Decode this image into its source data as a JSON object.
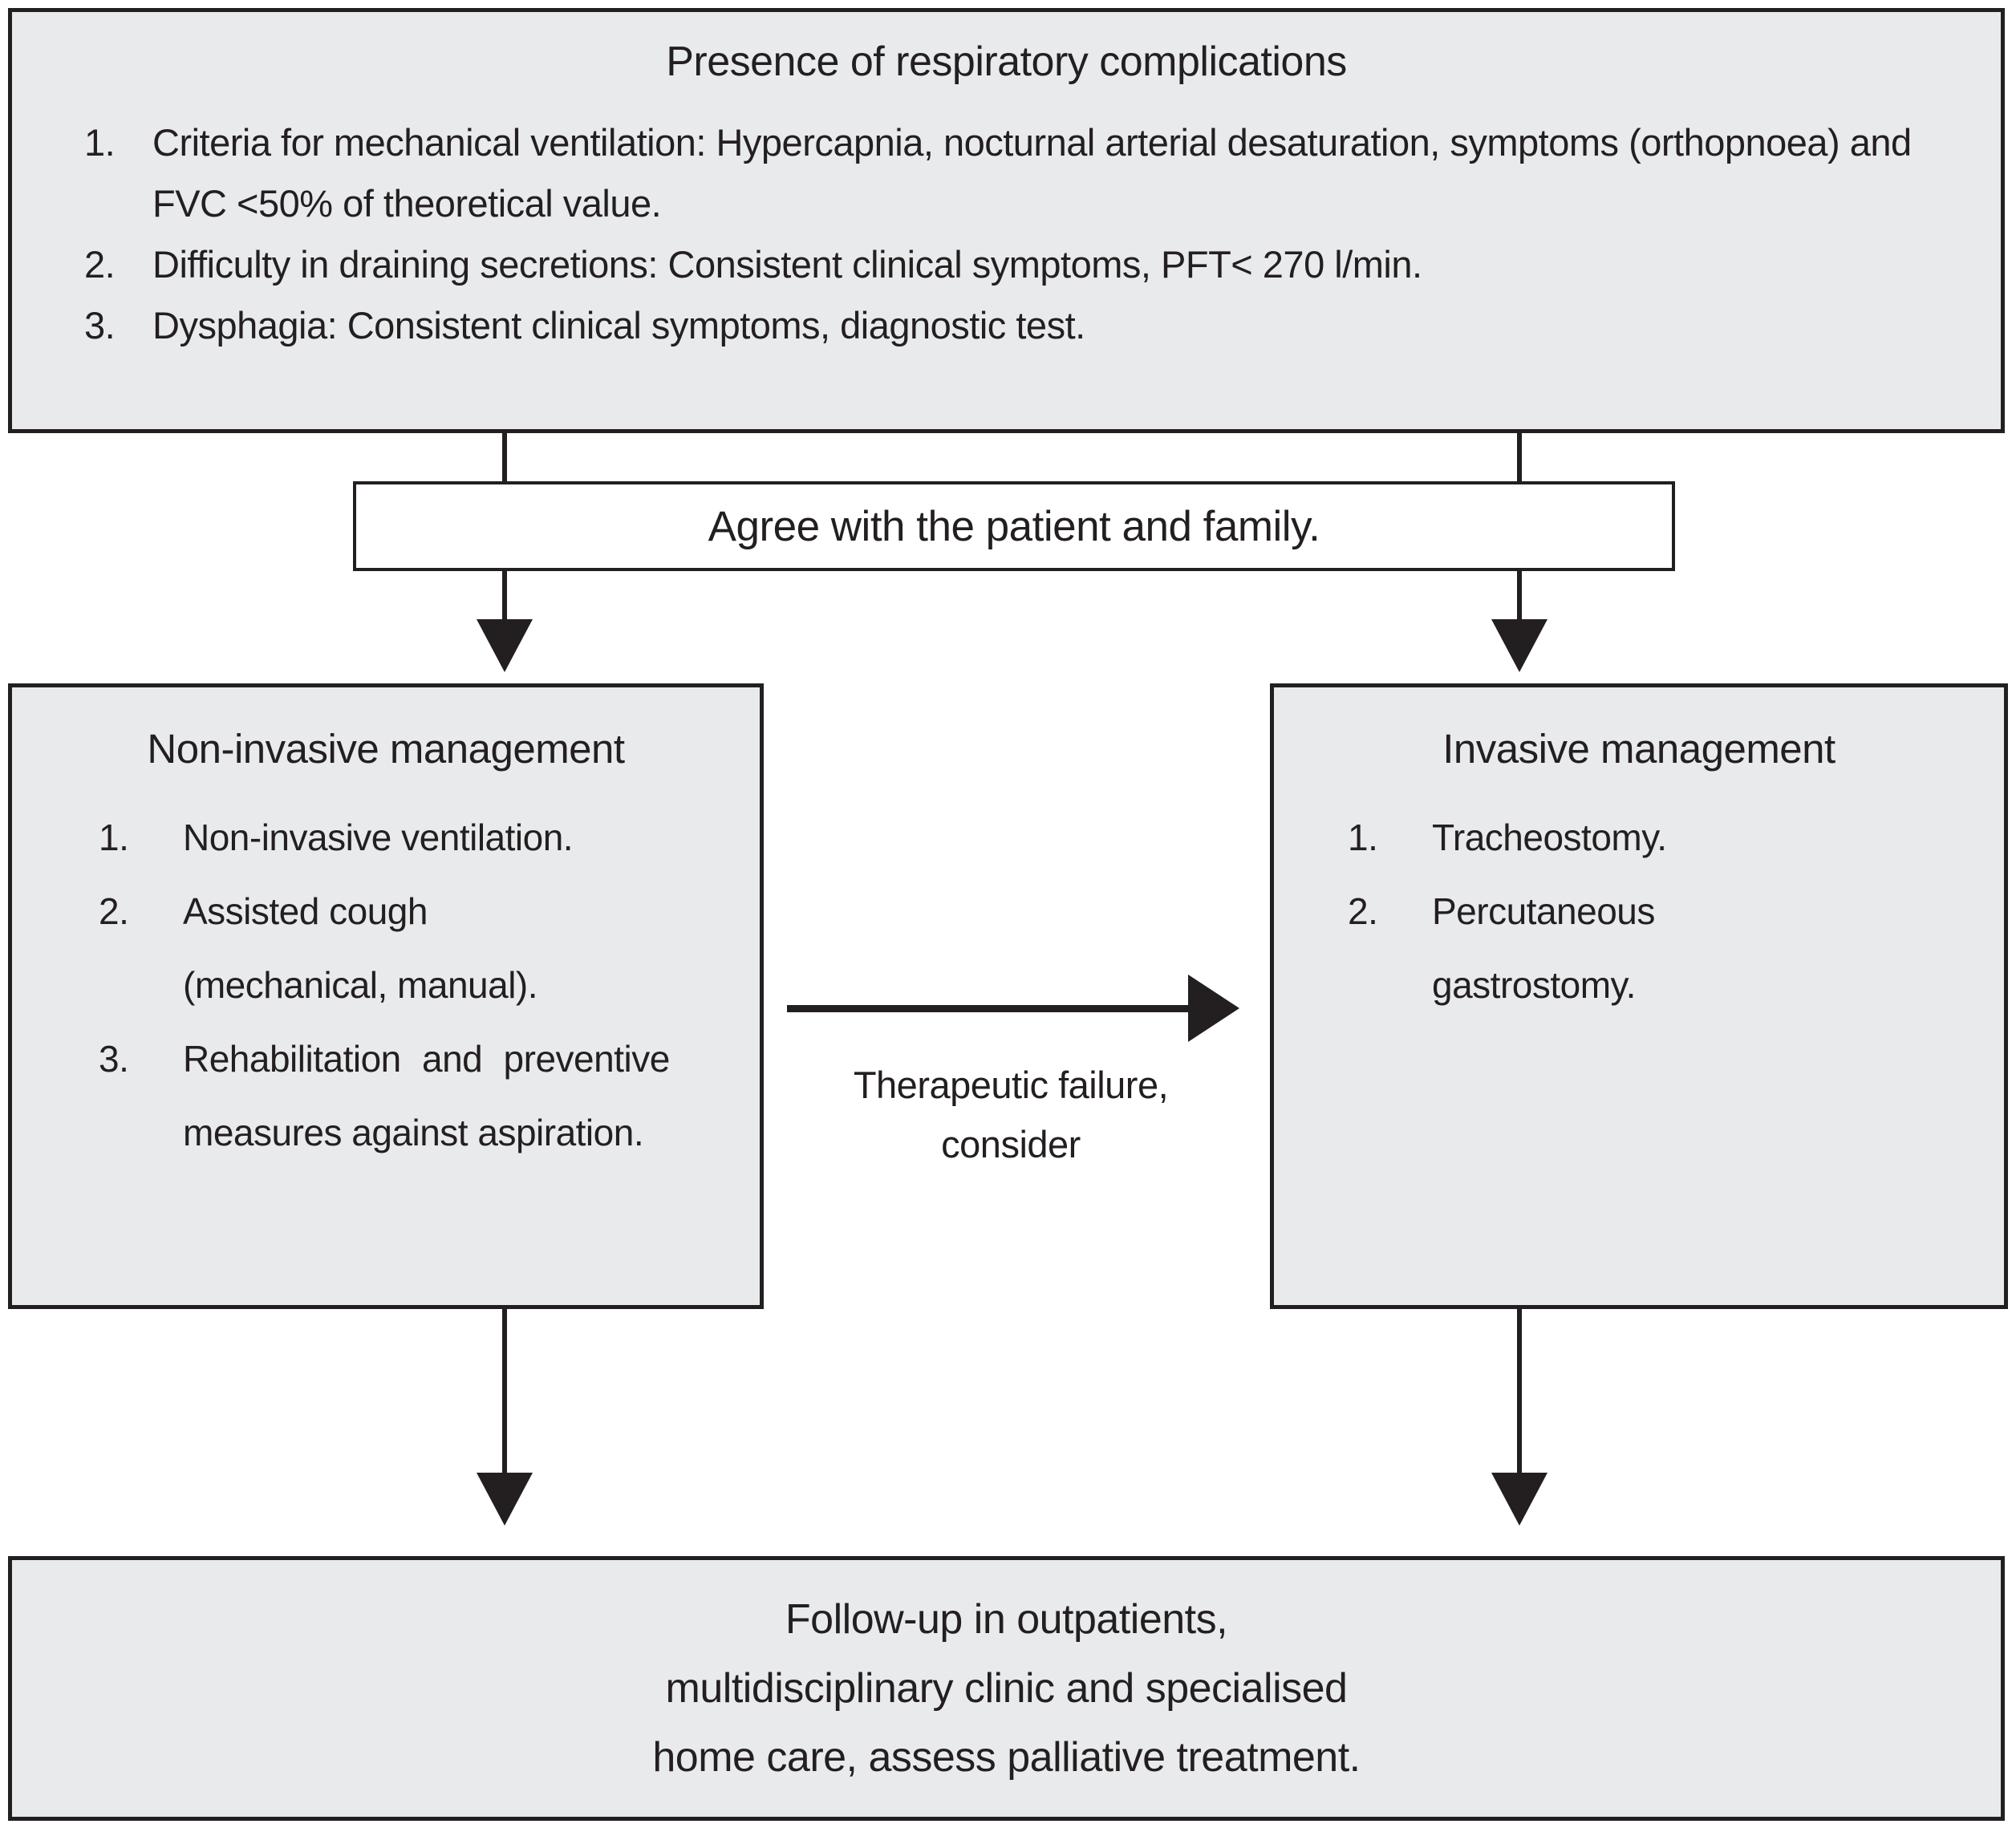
{
  "colors": {
    "box_fill": "#e8eaec",
    "box_border": "#231f20",
    "text": "#231f20",
    "agree_box_fill": "#ffffff"
  },
  "top_box": {
    "title": "Presence of respiratory complications",
    "items": [
      {
        "num": "1.",
        "text": "Criteria for mechanical ventilation: Hypercapnia, nocturnal arterial desaturation, symptoms (orthopnoea) and FVC <50% of theoretical value."
      },
      {
        "num": "2.",
        "text": "Difficulty in draining secretions: Consistent clinical symptoms, PFT< 270 l/min."
      },
      {
        "num": "3.",
        "text": "Dysphagia: Consistent clinical symptoms, diagnostic test."
      }
    ]
  },
  "agree_box": {
    "text": "Agree with the patient and family."
  },
  "left_box": {
    "title": "Non-invasive management",
    "items": [
      {
        "num": "1.",
        "lines": [
          "Non-invasive ventilation."
        ]
      },
      {
        "num": "2.",
        "lines": [
          "Assisted cough",
          "(mechanical, manual)."
        ]
      },
      {
        "num": "3.",
        "lines": [
          "Rehabilitation and preventive",
          "measures against aspiration."
        ]
      }
    ]
  },
  "middle_arrow": {
    "label_line1": "Therapeutic failure,",
    "label_line2": "consider"
  },
  "right_box": {
    "title": "Invasive management",
    "items": [
      {
        "num": "1.",
        "lines": [
          "Tracheostomy."
        ]
      },
      {
        "num": "2.",
        "lines": [
          "Percutaneous",
          "gastrostomy."
        ]
      }
    ]
  },
  "bottom_box": {
    "lines": [
      "Follow-up in outpatients,",
      "multidisciplinary clinic and specialised",
      "home care, assess palliative treatment."
    ]
  }
}
